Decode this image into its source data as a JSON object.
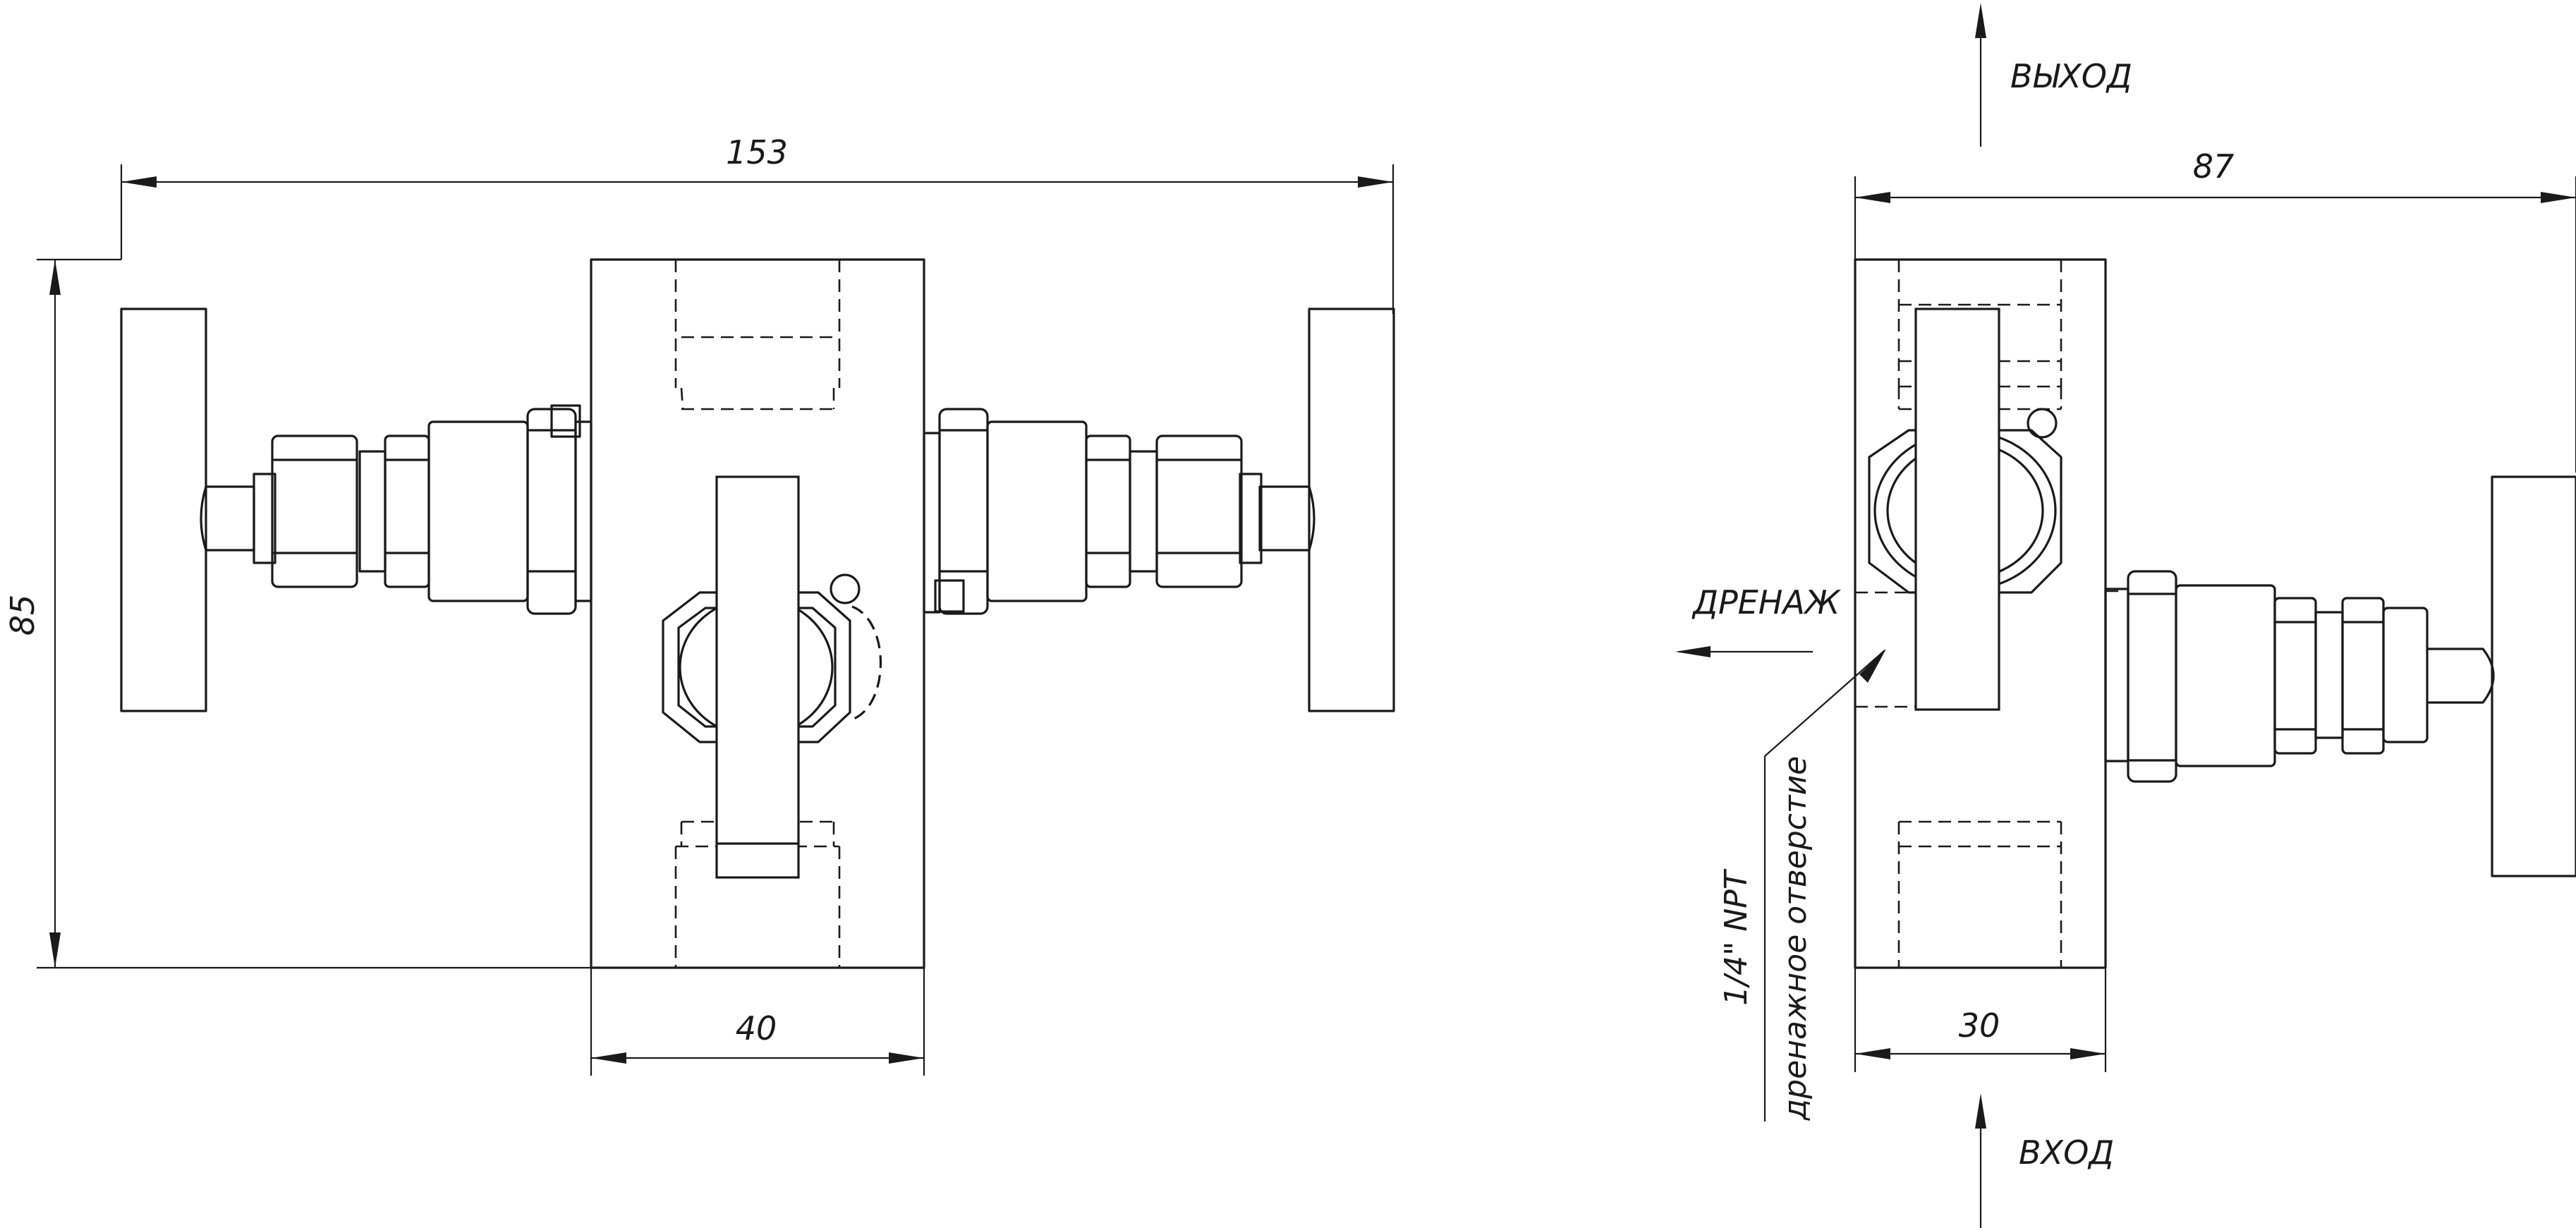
{
  "dimensions": {
    "front_width": "153",
    "front_height": "85",
    "body_width_front": "40",
    "side_width": "87",
    "body_width_side": "30"
  },
  "labels": {
    "outlet": "ВЫХОД",
    "inlet": "ВХОД",
    "drain": "ДРЕНАЖ",
    "drain_thread": "1/4\" NPT",
    "drain_hole": "дренажное отверстие"
  }
}
